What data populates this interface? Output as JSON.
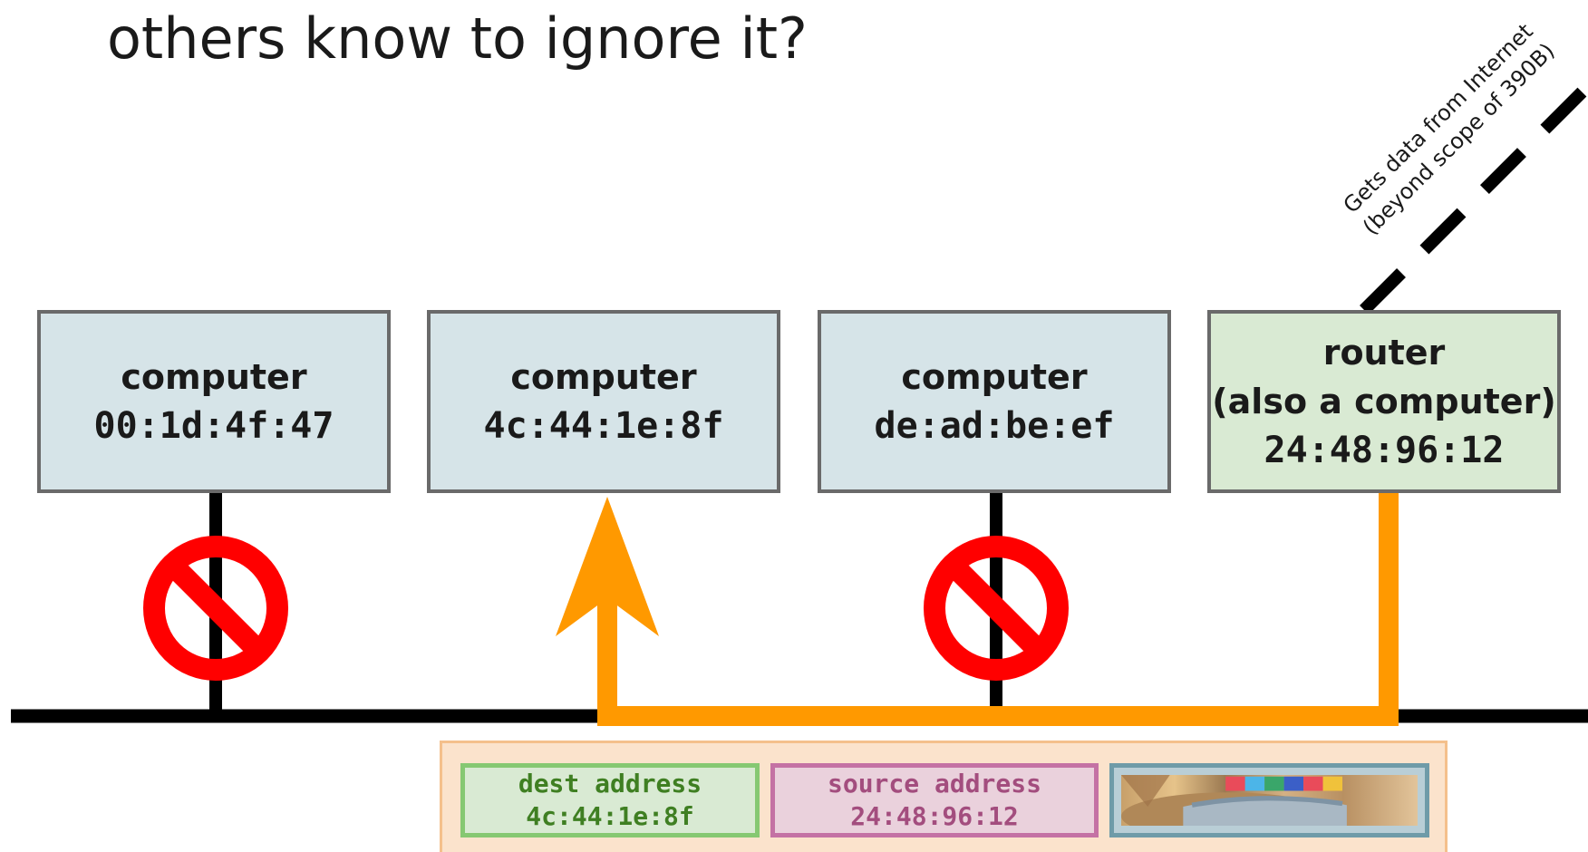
{
  "slide": {
    "heading": "others know to ignore it?"
  },
  "nodes": [
    {
      "kind": "computer",
      "address": "00:1d:4f:47",
      "blocked": true
    },
    {
      "kind": "computer",
      "address": "4c:44:1e:8f",
      "blocked": false
    },
    {
      "kind": "computer",
      "address": "de:ad:be:ef",
      "blocked": true
    },
    {
      "kind": "router",
      "subtitle": "(also a computer)",
      "address": "24:48:96:12"
    }
  ],
  "internet_link": {
    "line1": "Gets data from Internet",
    "line2": "(beyond scope of 390B)"
  },
  "packet": {
    "dest_label": "dest address",
    "dest_value": "4c:44:1e:8f",
    "source_label": "source address",
    "source_value": "24:48:96:12",
    "payload_icon": "cat-photo-thumbnail"
  },
  "colors": {
    "computer_fill": "#d6e4e8",
    "router_fill": "#d9ead3",
    "signal_path": "#ff9900",
    "blocked_sign": "#ff0000",
    "bus": "#000000",
    "packet_fill": "#fbe3cc"
  }
}
